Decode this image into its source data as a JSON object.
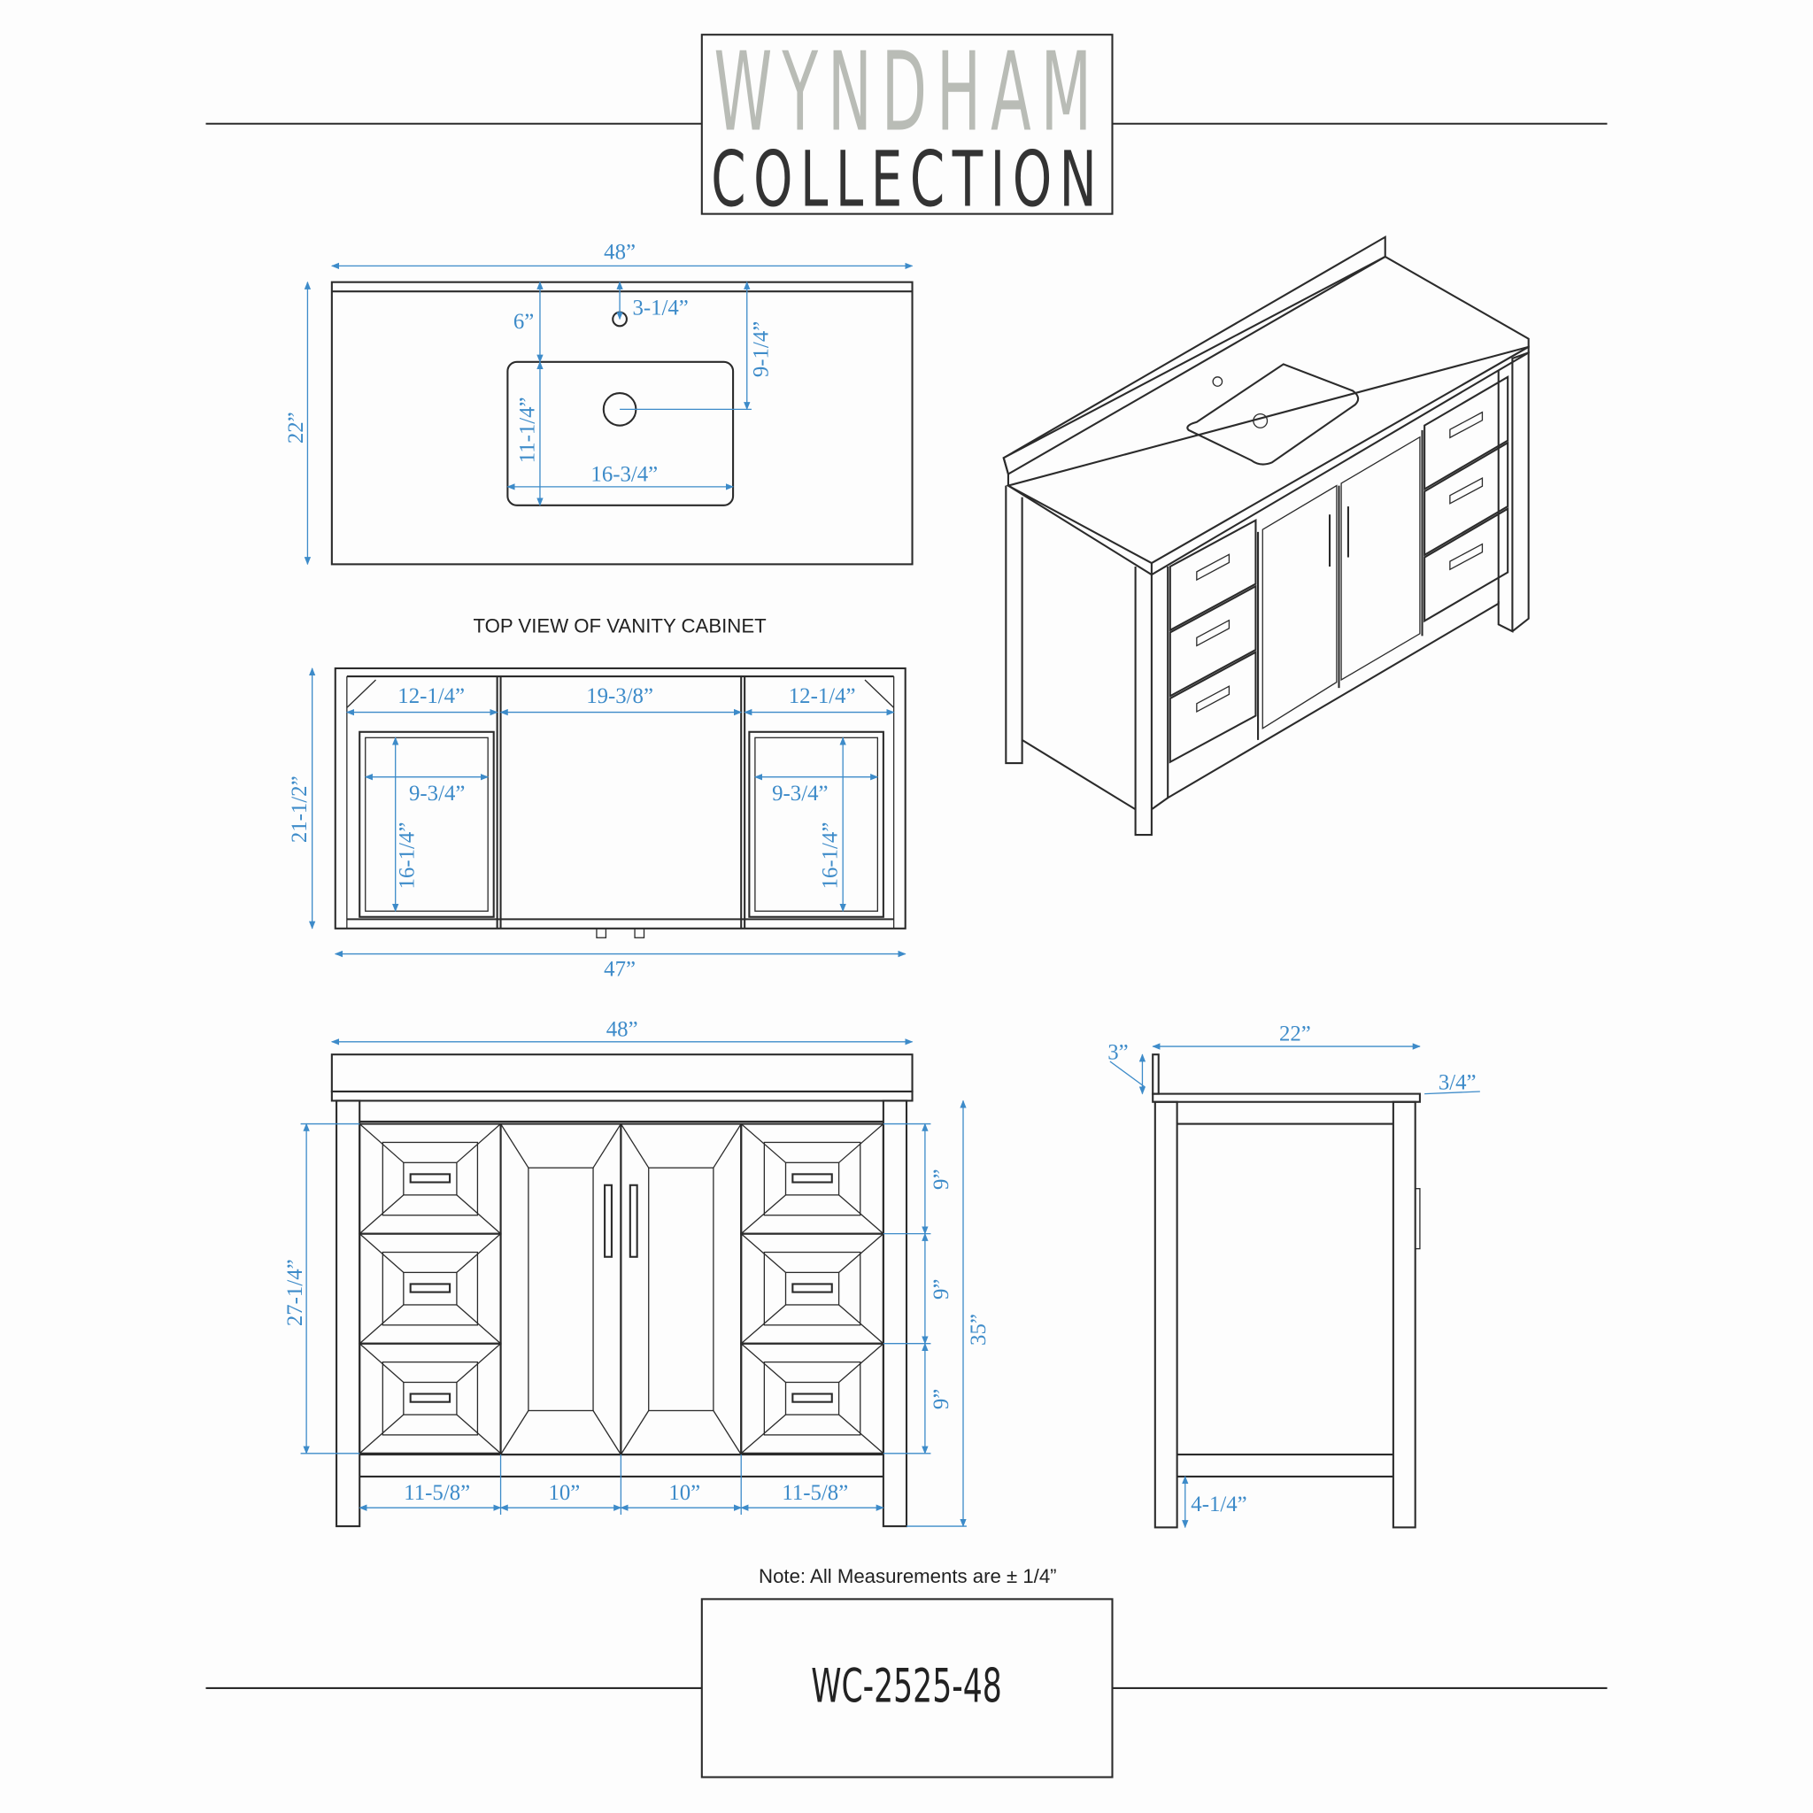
{
  "header": {
    "brand_line1": "WYNDHAM",
    "brand_line2": "COLLECTION"
  },
  "top_view": {
    "caption": "TOP VIEW OF VANITY CABINET",
    "width": "48”",
    "depth": "22”",
    "faucet_offset": "3-1/4”",
    "sink_offset": "6”",
    "drain_offset": "9-1/4”",
    "sink_depth": "11-1/4”",
    "sink_width": "16-3/4”"
  },
  "cabinet_top": {
    "left_section": "12-1/4”",
    "center_section": "19-3/8”",
    "right_section": "12-1/4”",
    "left_drawer_width": "9-3/4”",
    "right_drawer_width": "9-3/4”",
    "left_drawer_depth": "16-1/4”",
    "right_drawer_depth": "16-1/4”",
    "depth": "21-1/2”",
    "width": "47”"
  },
  "front_view": {
    "width": "48”",
    "cabinet_height": "27-1/4”",
    "total_height": "35”",
    "drawer_heights": [
      "9”",
      "9”",
      "9”"
    ],
    "bottom_widths": [
      "11-5/8”",
      "10”",
      "10”",
      "11-5/8”"
    ]
  },
  "side_view": {
    "depth": "22”",
    "backsplash": "3”",
    "top_thickness": "3/4”",
    "leg_clearance": "4-1/4”"
  },
  "note": "Note: All Measurements are ± 1/4”",
  "model": "WC-2525-48",
  "colors": {
    "dimension": "#3d8bc9",
    "line": "#2b2b2b",
    "logo_gray": "#b9bcb6"
  }
}
